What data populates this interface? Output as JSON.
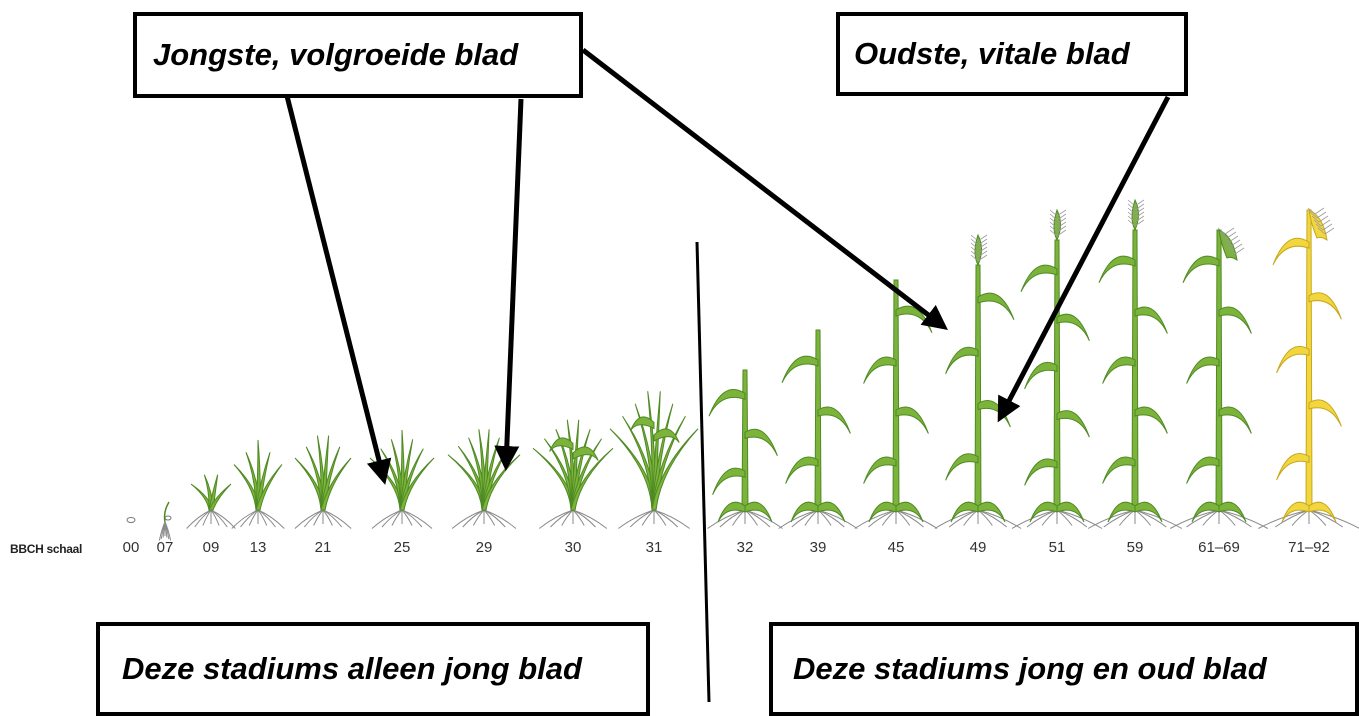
{
  "callouts": {
    "youngest_leaf": "Jongste, volgroeide blad",
    "oldest_leaf": "Oudste, vitale blad",
    "stages_young_only": "Deze stadiums alleen jong blad",
    "stages_young_and_old": "Deze stadiums jong en oud blad"
  },
  "scale": {
    "title": "BBCH schaal",
    "stages": [
      "00",
      "07",
      "09",
      "13",
      "21",
      "25",
      "29",
      "30",
      "31",
      "32",
      "39",
      "45",
      "49",
      "51",
      "59",
      "61–69",
      "71–92"
    ]
  },
  "colors": {
    "plant_green": "#7bb33b",
    "plant_green_dark": "#4f8a24",
    "plant_ripe": "#f2d640",
    "plant_ripe_dark": "#c7a81c",
    "root": "#8a8a8a",
    "arrow": "#000000"
  },
  "icons": [
    "wheat-plant-icon",
    "arrow-icon",
    "divider-line"
  ]
}
